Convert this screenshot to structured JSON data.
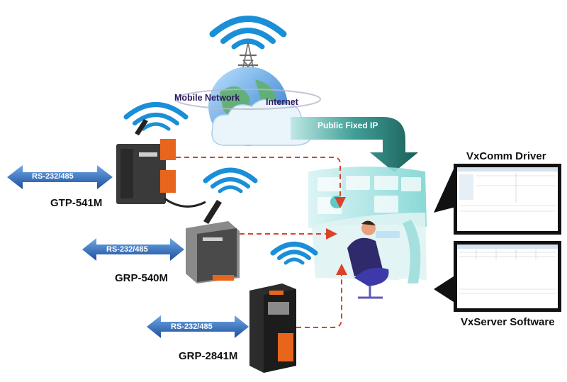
{
  "network": {
    "mobile_network": "Mobile Network",
    "internet": "Internet",
    "public_ip": "Public Fixed IP"
  },
  "devices": [
    {
      "name": "GTP-541M",
      "interface": "RS-232/485"
    },
    {
      "name": "GRP-540M",
      "interface": "RS-232/485"
    },
    {
      "name": "GRP-2841M",
      "interface": "RS-232/485"
    }
  ],
  "screens": {
    "driver_title": "VxComm Driver",
    "server_title": "VxServer Software"
  },
  "colors": {
    "wifi_blue": "#1a8fd8",
    "arrow_blue": "#1f63b5",
    "ip_arrow_dark": "#1f6f66",
    "ip_arrow_light": "#6fc6c0",
    "dashed_link": "#d9432b",
    "device_body": "#3a3a3a",
    "device_accent": "#e8651c"
  }
}
